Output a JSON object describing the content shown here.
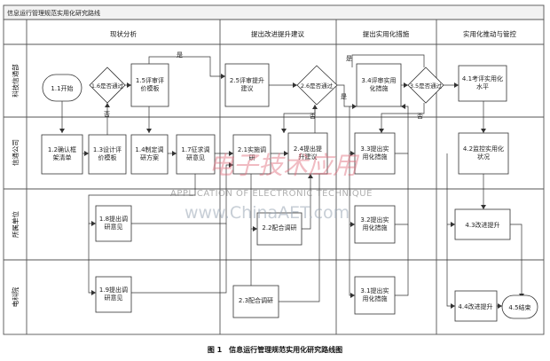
{
  "title": "信息运行管理规范实用化研究路线",
  "columns": [
    "现状分析",
    "提出改进提升建议",
    "提出实用化措施",
    "实用化推动与管控"
  ],
  "lanes": [
    "科技信通部",
    "信通公司",
    "所属单位",
    "电科院"
  ],
  "nodes": {
    "n11": "1.1开始",
    "n12": "1.2确认框架清单",
    "n13": "1.3设计评价模板",
    "n14": "1.4制定调研方案",
    "n15": "1.5评审评价模板",
    "n16": "1.6是否通过",
    "n17": "1.7征求调研意见",
    "n18": "1.8提出调研意见",
    "n19": "1.9提出调研意见",
    "n21": "2.1实施调研",
    "n22": "2.2配合调研",
    "n23": "2.3配合调研",
    "n24": "2.4提出提升建议",
    "n25": "2.5评审提升建议",
    "n26": "2.6是否通过",
    "n31": "3.1提出实用化措施",
    "n32": "3.2提出实用化措施",
    "n33": "3.3提出实用化措施",
    "n34": "3.4评审实用化措施",
    "n35": "3.5是否通过",
    "n41": "4.1考评实用化水平",
    "n42": "4.2监控实用化状况",
    "n43": "4.3改进提升",
    "n44": "4.4改进提升",
    "n45": "4.5结束"
  },
  "labels": {
    "yes": "是",
    "no": "否"
  },
  "watermark": {
    "logo": "电子技术应用",
    "english": "APPLICATION OF ELECTRONIC TECHNIQUE",
    "url": "www.ChinaAET.com"
  },
  "caption": "图 1　信息运行管理规范实用化研究路线图"
}
